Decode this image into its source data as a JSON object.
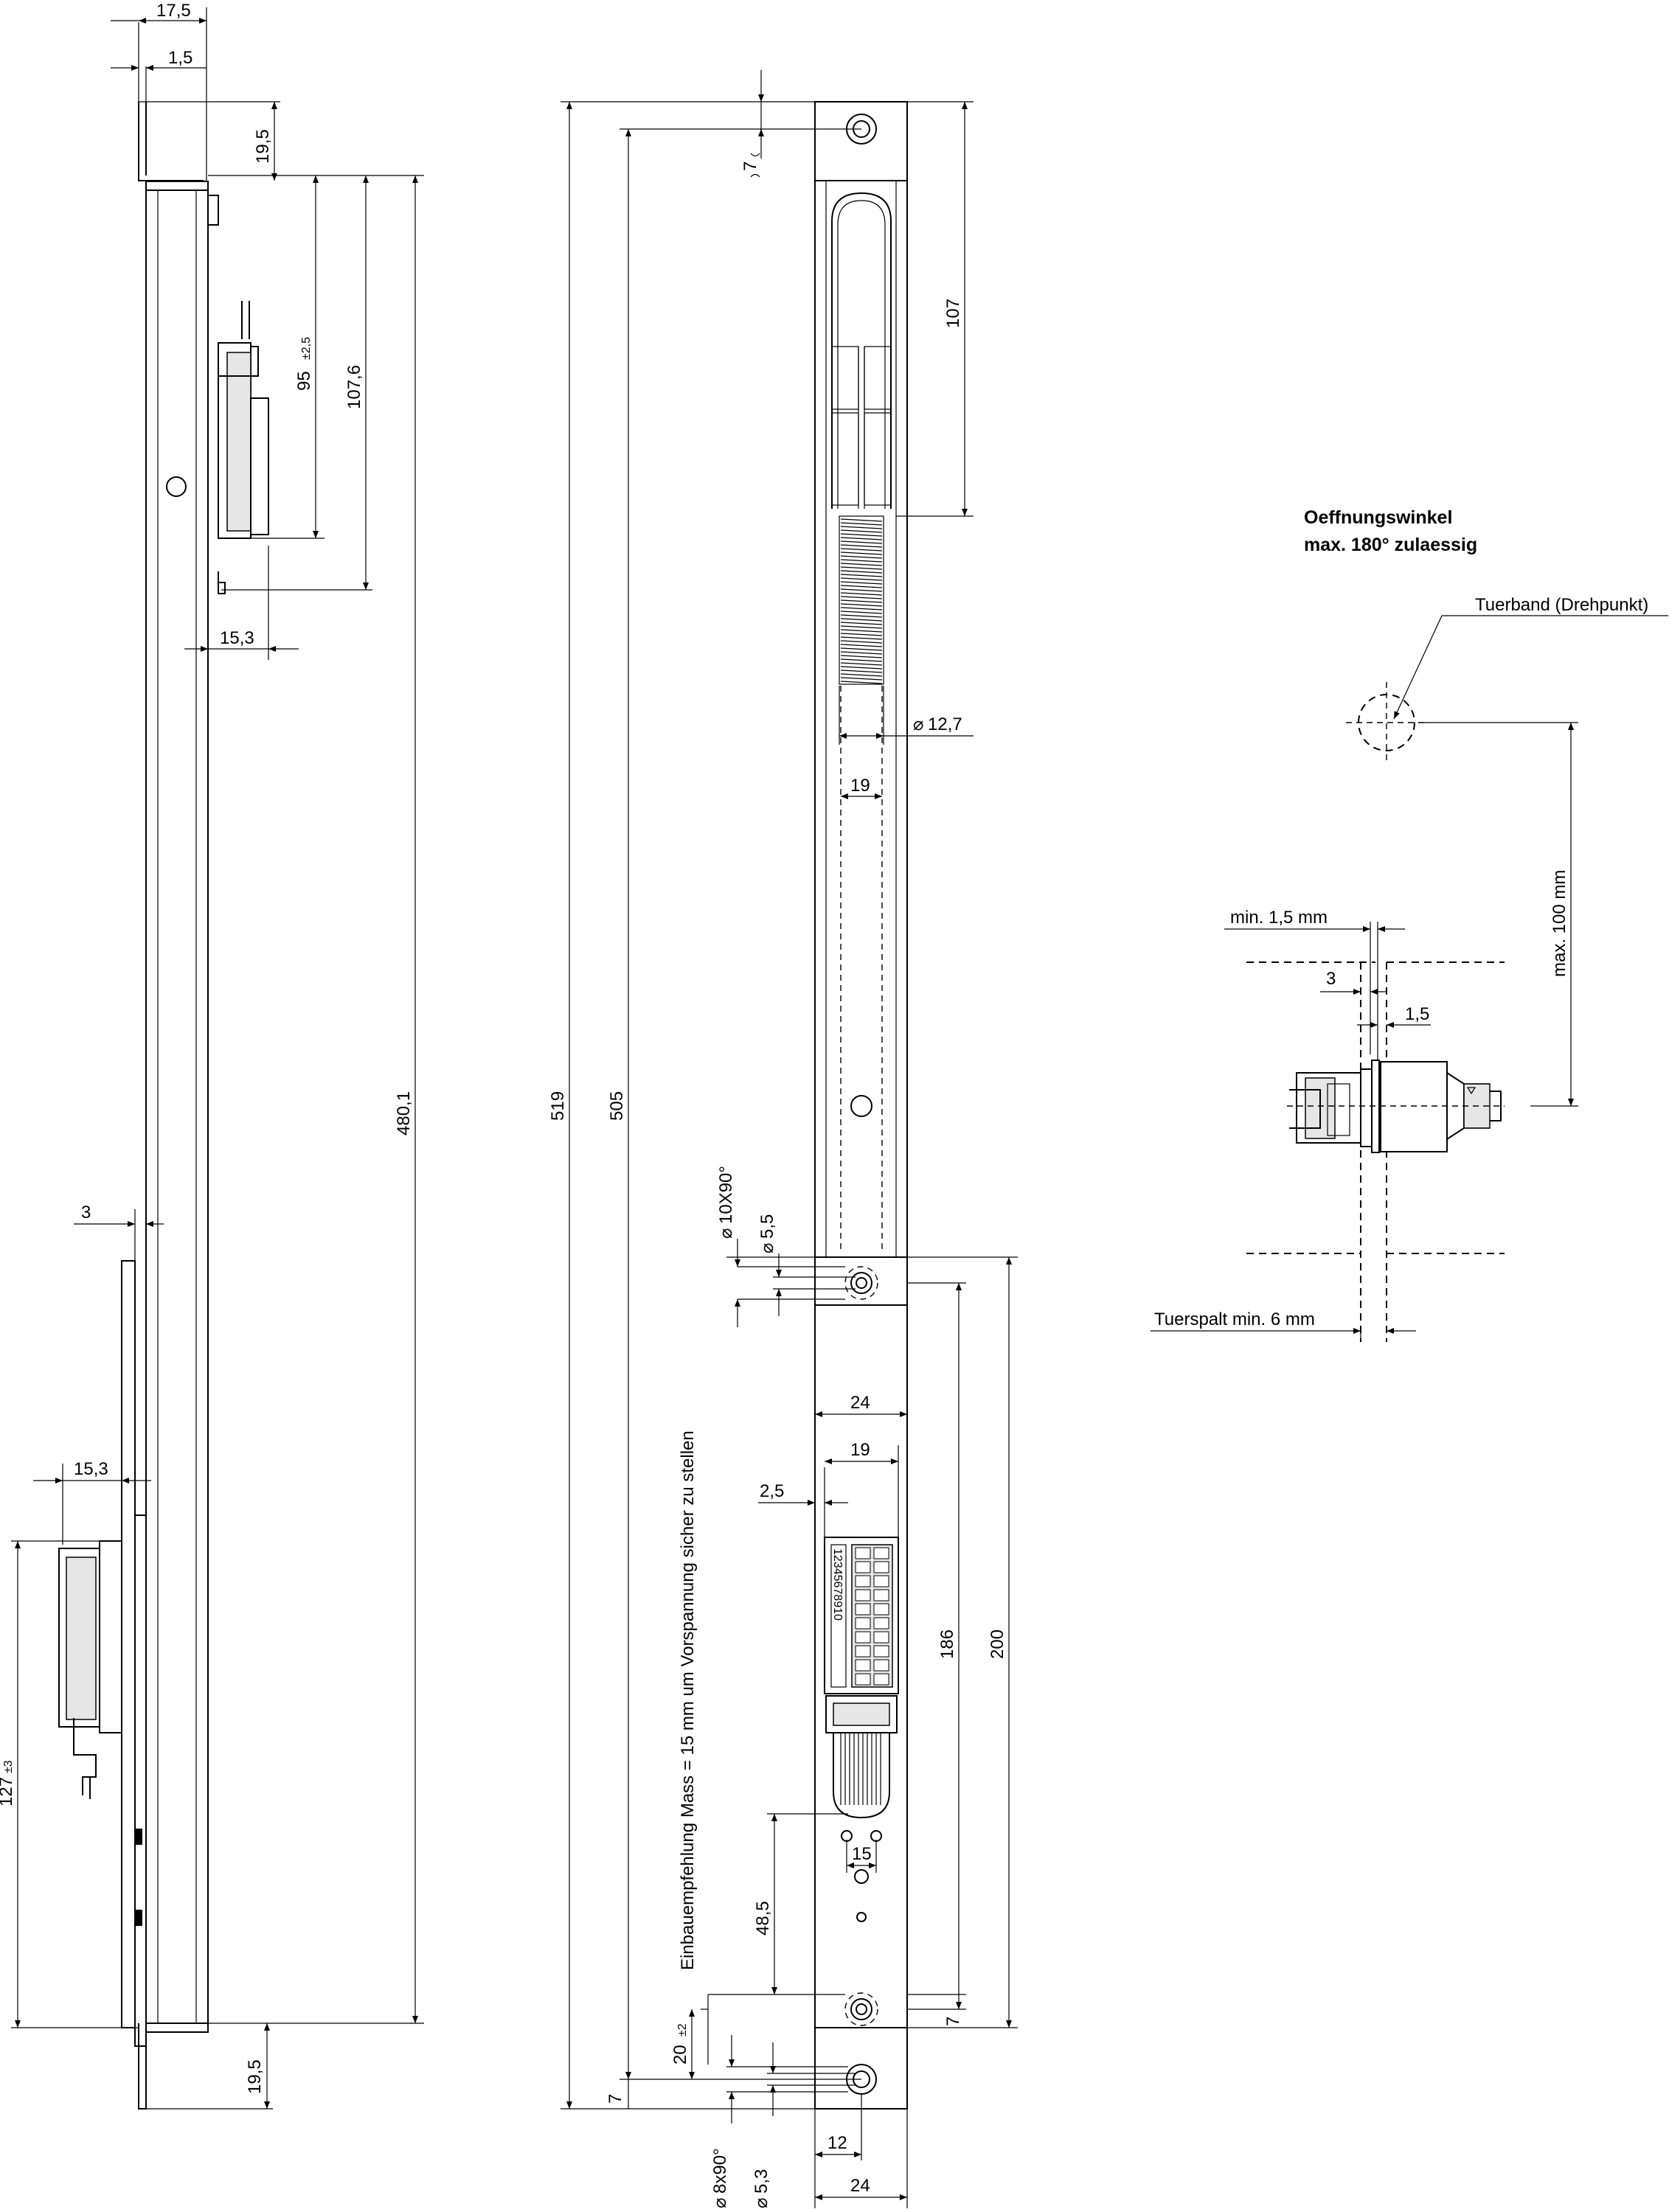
{
  "notes": {
    "opening_angle_line1": "Oeffnungswinkel",
    "opening_angle_line2": "max. 180° zulaessig",
    "hinge": "Tuerband (Drehpunkt)",
    "door_gap": "Tuerspalt min. 6 mm",
    "max_distance": "max. 100 mm",
    "min_gap": "min. 1,5 mm",
    "install_recommendation": "Einbauempfehlung Mass = 15 mm um Vorspannung sicher zu stellen"
  },
  "dimensions": {
    "side_width": "17,5",
    "side_flange": "1,5",
    "side_top": "19,5",
    "side_95": "95",
    "side_95_tol": "±2,5",
    "side_107_6": "107,6",
    "side_15_3_top": "15,3",
    "side_480_1": "480,1",
    "side_3": "3",
    "side_15_3_bottom": "15,3",
    "side_127": "127",
    "side_127_tol": "±3",
    "side_19_5_bottom": "19,5",
    "front_519": "519",
    "front_505": "505",
    "front_7_top": "7",
    "front_107": "107",
    "front_d12_7": "12,7",
    "front_19_upper": "19",
    "front_d10x90": "10X90°",
    "front_d5_5": "5,5",
    "front_24_mid": "24",
    "front_19_lower": "19",
    "front_2_5": "2,5",
    "front_186": "186",
    "front_200": "200",
    "front_15": "15",
    "front_48_5": "48,5",
    "front_7_mid": "7",
    "front_20": "20",
    "front_20_tol": "±2",
    "front_7_bottom": "7",
    "front_d8x90": "8x90°",
    "front_d5_3": "5,3",
    "front_12": "12",
    "front_24_bottom": "24",
    "detail_3": "3",
    "detail_1_5": "1,5"
  },
  "terminal": {
    "numbers": "12345678910"
  }
}
